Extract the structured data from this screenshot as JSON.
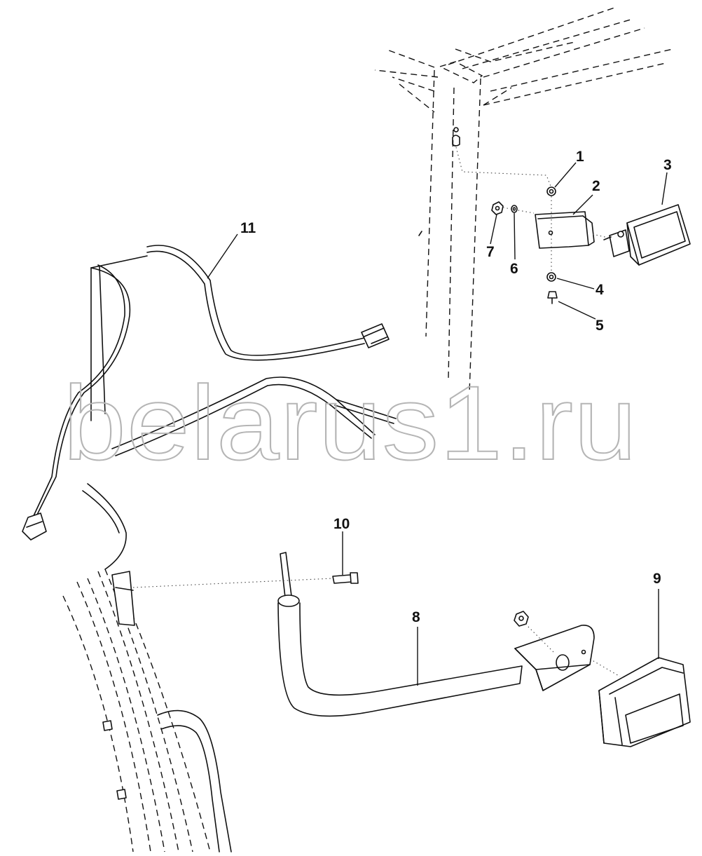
{
  "watermark": "belarus1.ru",
  "callouts": [
    {
      "id": "1",
      "label": "1"
    },
    {
      "id": "2",
      "label": "2"
    },
    {
      "id": "3",
      "label": "3"
    },
    {
      "id": "4",
      "label": "4"
    },
    {
      "id": "5",
      "label": "5"
    },
    {
      "id": "6",
      "label": "6"
    },
    {
      "id": "7",
      "label": "7"
    },
    {
      "id": "8",
      "label": "8"
    },
    {
      "id": "9",
      "label": "9"
    },
    {
      "id": "10",
      "label": "10"
    },
    {
      "id": "11",
      "label": "11"
    }
  ],
  "icons": {
    "work-lamp-upper": "rectangular-lamp-icon",
    "work-lamp-lower": "rectangular-lamp-icon",
    "connector": "plug-connector-icon"
  }
}
